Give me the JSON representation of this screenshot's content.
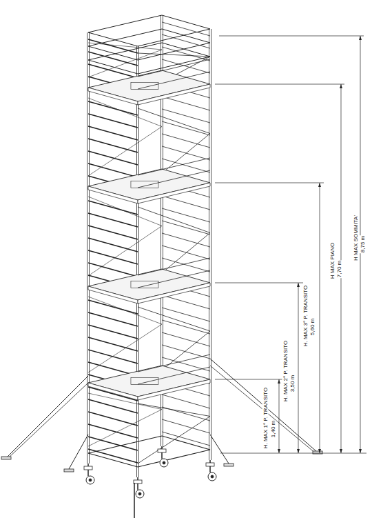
{
  "diagram": {
    "labels": [
      "H. MAX 1° P. TRANSITO",
      "1,40 m",
      "H. MAX 2° P. TRANSITO",
      "3,50 m",
      "H. MAX 3° P. TRANSITO",
      "5,60 m",
      "H MAX PIANO",
      "7,70 m",
      "H MAX SOMMITA'",
      "8,75 m"
    ]
  }
}
